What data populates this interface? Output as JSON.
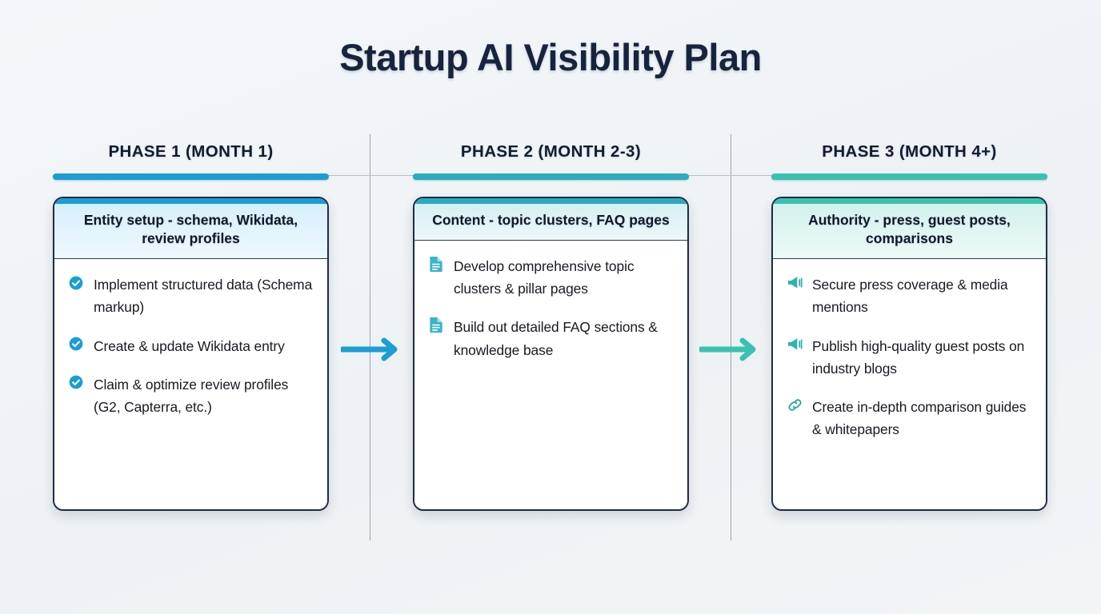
{
  "title": "Startup AI Visibility Plan",
  "colors": {
    "background": "#f1f5f7",
    "title_color": "#16243f",
    "phase1_accent": "#1a9ed4",
    "phase2_accent": "#2aabbf",
    "phase3_accent": "#39c2b2",
    "card_border": "#1d2b45",
    "text": "#171b22"
  },
  "columns": [
    {
      "phase_label": "PHASE 1 (MONTH 1)",
      "accent": "#1a9ed4",
      "header_gradient_from": "#d7effb",
      "header_gradient_to": "#eef8fd",
      "card_title": "Entity setup - schema, Wikidata, review profiles",
      "tasks": [
        {
          "icon": "check-circle-icon",
          "icon_color": "#1a9ed4",
          "text": "Implement structured data (Schema markup)"
        },
        {
          "icon": "check-circle-icon",
          "icon_color": "#1a9ed4",
          "text": "Create & update Wikidata entry"
        },
        {
          "icon": "check-circle-icon",
          "icon_color": "#1a9ed4",
          "text": "Claim & optimize review profiles (G2, Capterra, etc.)"
        }
      ]
    },
    {
      "phase_label": "PHASE 2 (MONTH 2-3)",
      "accent": "#2aabbf",
      "header_gradient_from": "#d6eff2",
      "header_gradient_to": "#edf8fa",
      "card_title": "Content - topic clusters, FAQ pages",
      "tasks": [
        {
          "icon": "document-icon",
          "icon_color": "#3ab4c9",
          "text": "Develop comprehensive topic clusters & pillar pages"
        },
        {
          "icon": "document-icon",
          "icon_color": "#3ab4c9",
          "text": "Build out detailed FAQ sections & knowledge base"
        }
      ]
    },
    {
      "phase_label": "PHASE 3 (MONTH 4+)",
      "accent": "#39c2b2",
      "header_gradient_from": "#d3f1ec",
      "header_gradient_to": "#ecfaf7",
      "card_title": "Authority - press, guest posts, comparisons",
      "tasks": [
        {
          "icon": "megaphone-icon",
          "icon_color": "#2fb3a8",
          "text": "Secure press coverage & media mentions"
        },
        {
          "icon": "megaphone-icon",
          "icon_color": "#2fb3a8",
          "text": "Publish high-quality guest posts on industry blogs"
        },
        {
          "icon": "link-icon",
          "icon_color": "#2aa79c",
          "text": "Create in-depth comparison guides & whitepapers"
        }
      ]
    }
  ],
  "arrows": [
    {
      "name": "arrow-phase1-to-phase2",
      "color": "#1a9ed4"
    },
    {
      "name": "arrow-phase2-to-phase3",
      "color": "#39c2b2"
    }
  ]
}
